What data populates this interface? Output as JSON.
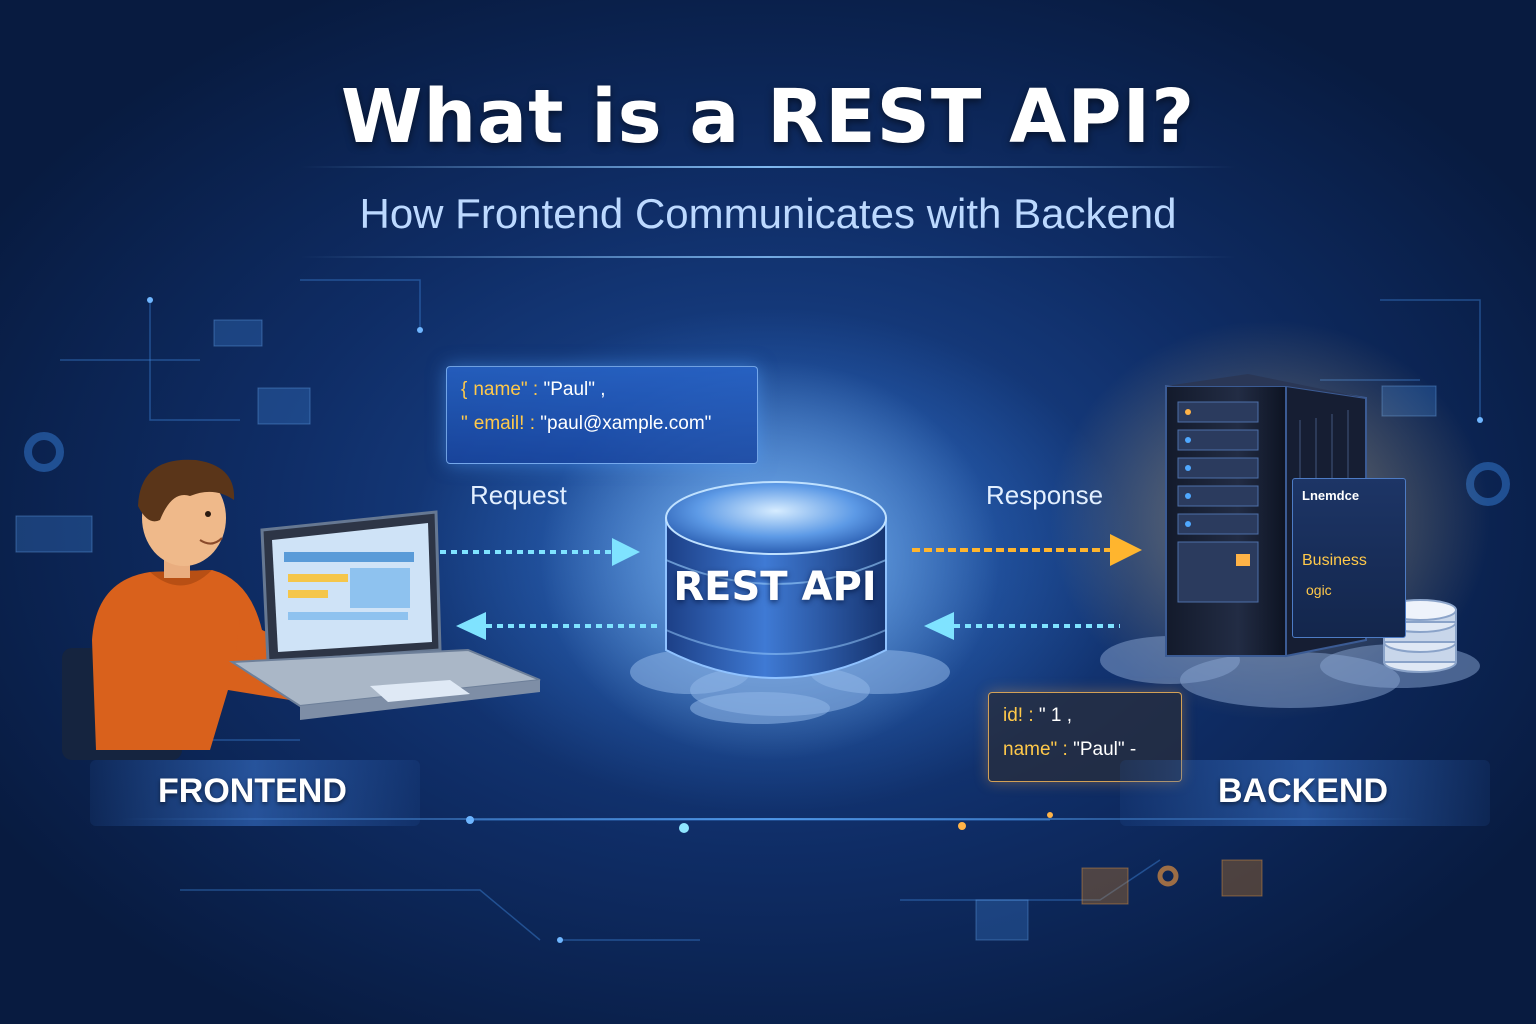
{
  "header": {
    "title": "What is a REST API?",
    "subtitle": "How Frontend Communicates with Backend"
  },
  "request": {
    "label": "Request",
    "code": [
      {
        "key": "name\" :",
        "value": "\"Paul\" ,"
      },
      {
        "key": "email! :",
        "value": "\"paul@xample.com\""
      }
    ]
  },
  "response": {
    "label": "Response",
    "code": [
      {
        "key": "id! :",
        "value": "\" 1 ,"
      },
      {
        "key": "name\" :",
        "value": "\"Paul\" -"
      }
    ]
  },
  "api": {
    "label": "REST API"
  },
  "frontend": {
    "label": "FRONTEND"
  },
  "backend": {
    "label": "BACKEND",
    "panel_title": "Lnemdce",
    "panel_business": "Business",
    "panel_logic": "ogic"
  },
  "colors": {
    "request_arrow": "#7fe3ff",
    "response_arrow": "#ffb52e",
    "accent_gold": "#ffc94a",
    "background": "#0f2d66"
  }
}
